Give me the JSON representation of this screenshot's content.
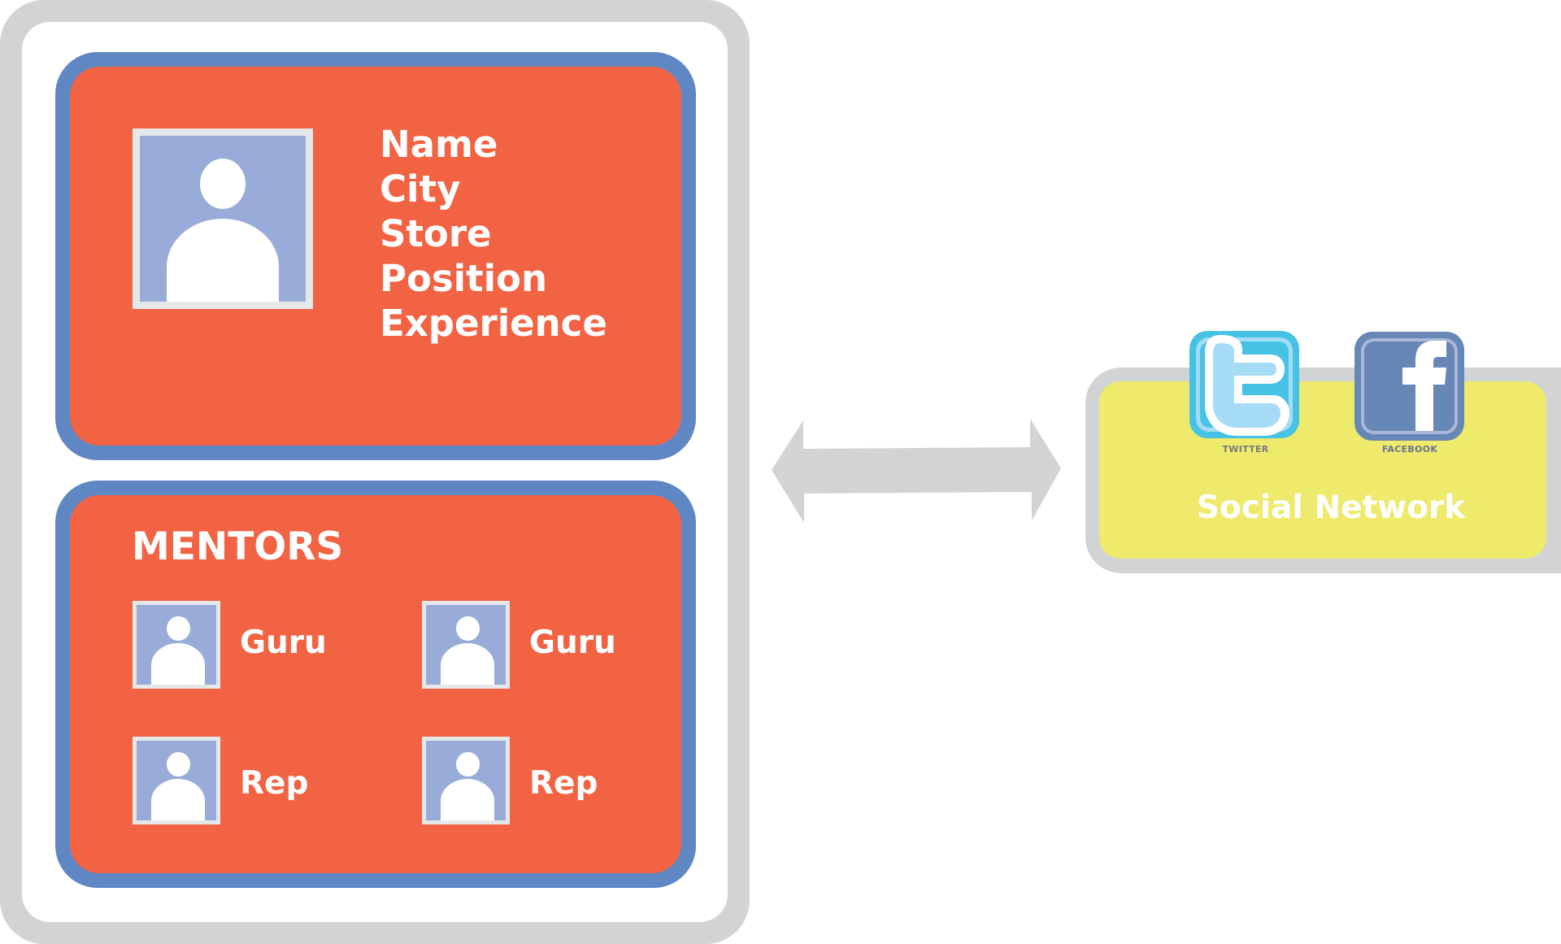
{
  "colors": {
    "frame_gray": "#d1d3d4",
    "card_orange": "#f26344",
    "card_border_blue": "#5e87c4",
    "photo_blue": "#99acd9",
    "social_yellow": "#eeea6b",
    "twitter_blue": "#46c3e4",
    "facebook_blue": "#6787b7"
  },
  "profile": {
    "photo_icon": "person-silhouette",
    "fields": [
      "Name",
      "City",
      "Store",
      "Position",
      "Experience"
    ]
  },
  "mentors": {
    "title": "MENTORS",
    "items": [
      {
        "label": "Guru",
        "icon": "person-silhouette"
      },
      {
        "label": "Guru",
        "icon": "person-silhouette"
      },
      {
        "label": "Rep",
        "icon": "person-silhouette"
      },
      {
        "label": "Rep",
        "icon": "person-silhouette"
      }
    ]
  },
  "connector": {
    "icon": "double-headed-arrow"
  },
  "social": {
    "title": "Social Network",
    "networks": [
      {
        "label": "TWITTER",
        "icon": "twitter-icon"
      },
      {
        "label": "FACEBOOK",
        "icon": "facebook-icon"
      }
    ]
  }
}
